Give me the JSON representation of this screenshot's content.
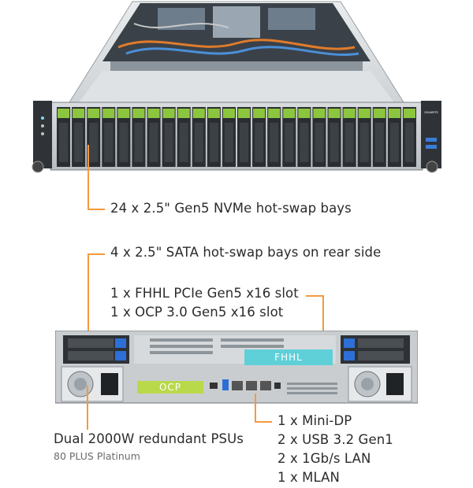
{
  "front": {
    "callout": "24 x 2.5\" Gen5 NVMe hot-swap bays",
    "brand": "GIGABYTE",
    "bay_count": 24
  },
  "rear": {
    "sata_callout": "4 x 2.5\" SATA hot-swap bays on rear side",
    "slots": [
      "1 x FHHL PCIe Gen5 x16 slot",
      "1 x OCP 3.0 Gen5 x16 slot"
    ],
    "ocp_label": "OCP",
    "fhhl_label": "FHHL",
    "psu_title": "Dual 2000W redundant PSUs",
    "psu_sub": "80 PLUS Platinum",
    "io": [
      "1 x Mini-DP",
      "2 x USB 3.2 Gen1",
      "2 x 1Gb/s LAN",
      "1 x MLAN"
    ]
  },
  "colors": {
    "accent": "#f39a3c",
    "bay_green": "#8cc63f",
    "fhhl_cyan": "#5fd0d8",
    "ocp_green": "#b9d84a",
    "blue_latch": "#2d6fd6"
  }
}
